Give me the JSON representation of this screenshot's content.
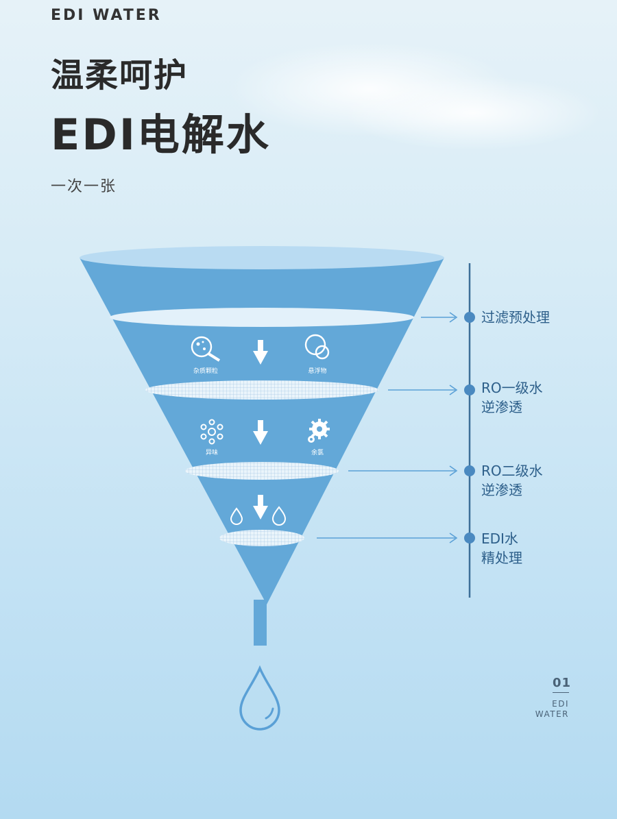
{
  "brand": "EDI  WATER",
  "title_line1": "温柔呵护",
  "title_line2": "EDI电解水",
  "subtitle": "一次一张",
  "stages": [
    {
      "label": "过滤预处理"
    },
    {
      "label": "RO一级水\n逆渗透"
    },
    {
      "label": "RO二级水\n逆渗透"
    },
    {
      "label": "EDI水\n精处理"
    }
  ],
  "filter_icons": {
    "impurity": {
      "label": "杂质颗粒",
      "icon": "magnifier-icon"
    },
    "suspended": {
      "label": "悬浮物",
      "icon": "bubble-icon"
    },
    "odor": {
      "label": "异味",
      "icon": "snowflake-icon"
    },
    "chlorine": {
      "label": "余氯",
      "icon": "gear-icon"
    }
  },
  "page": {
    "number": "01",
    "tag": "EDI\nWATER"
  },
  "colors": {
    "funnel": "#63a8d8",
    "line": "#3d6f98",
    "arrow": "#5aa0d6"
  }
}
